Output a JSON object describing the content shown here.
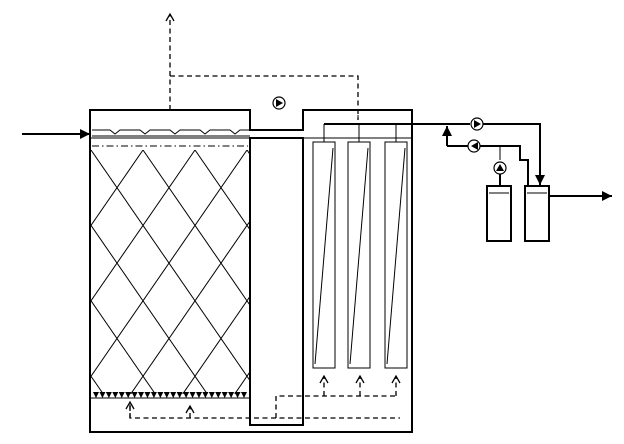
{
  "diagram": {
    "kind": "process-flow-schematic",
    "membrane_module_count": 3,
    "pump_count": 4,
    "aeration_nozzle_count": 24,
    "colors": {
      "line": "#000000",
      "background": "#ffffff"
    }
  }
}
